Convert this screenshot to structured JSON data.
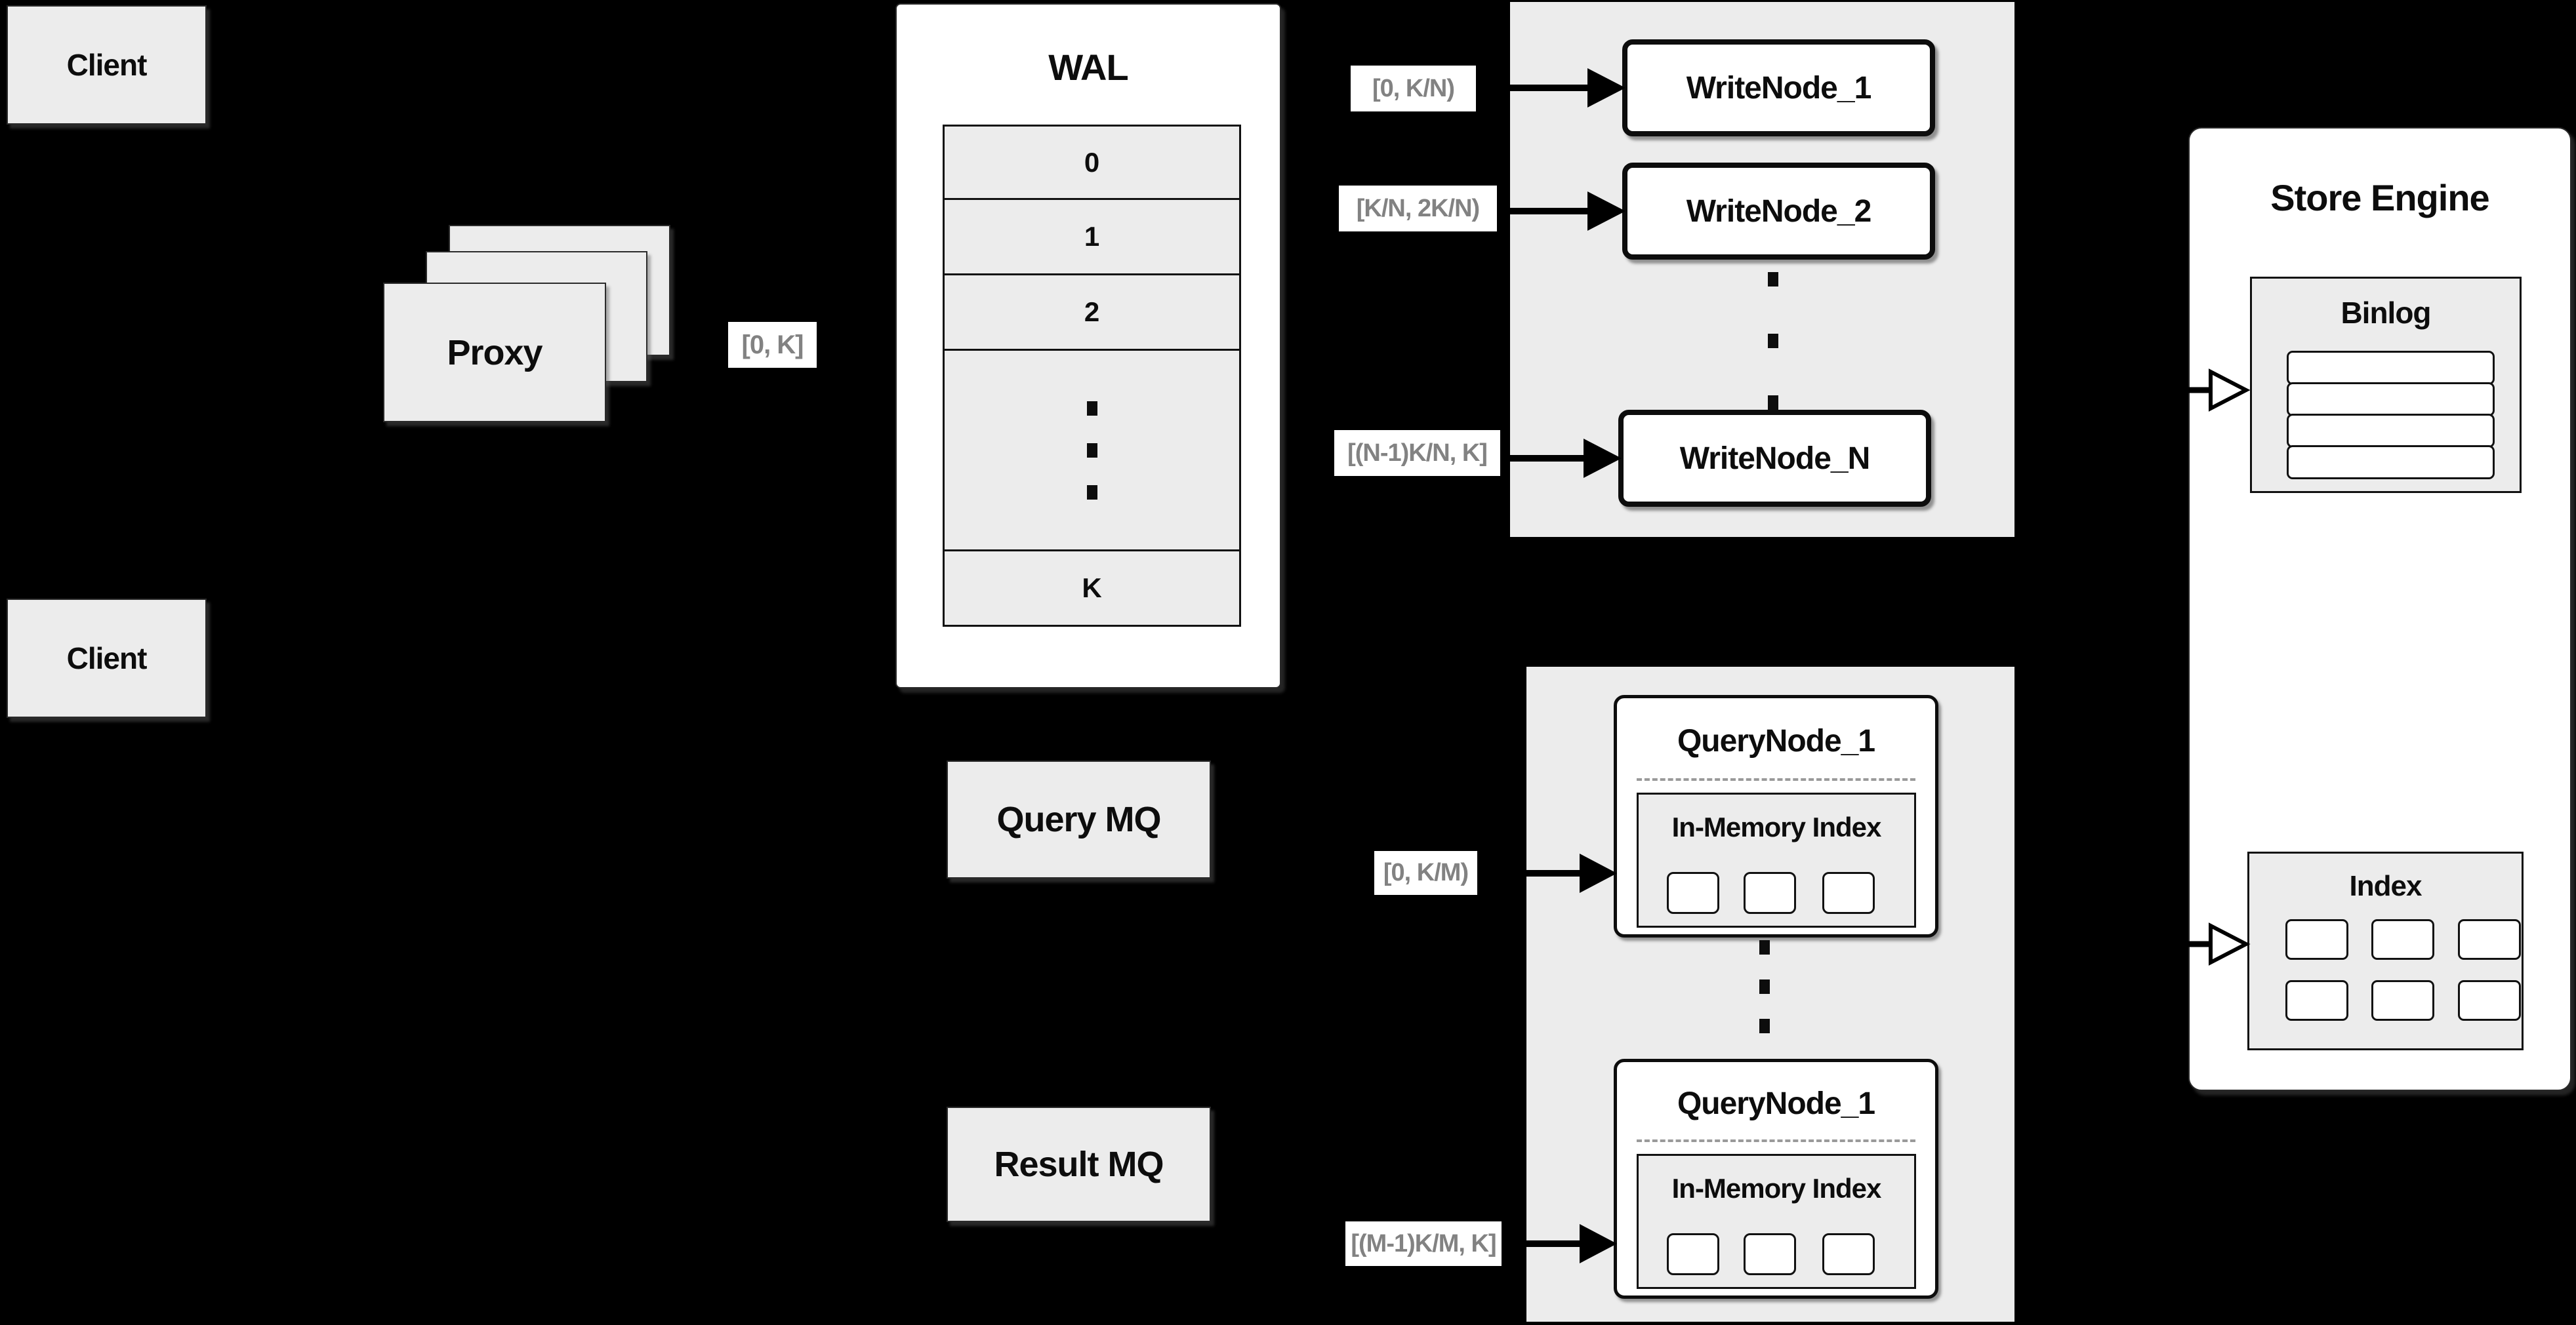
{
  "colors": {
    "background": "#000000",
    "panel_fill": "#ececec",
    "box_fill": "#ffffff",
    "stroke": "#0d0d0d",
    "chip_text": "#828282",
    "dash_divider": "#9a9a9a"
  },
  "clients": {
    "top_label": "Client",
    "bottom_label": "Client"
  },
  "proxy": {
    "label": "Proxy",
    "range_out": "[0, K]"
  },
  "wal": {
    "title": "WAL",
    "segments": [
      "0",
      "1",
      "2",
      "K"
    ],
    "ellipsis": "⋮"
  },
  "write_cluster": {
    "ranges": {
      "n1": "[0,  K/N)",
      "n2": "[K/N, 2K/N)",
      "nN": "[(N-1)K/N,  K]"
    },
    "nodes": {
      "n1": "WriteNode_1",
      "n2": "WriteNode_2",
      "nN": "WriteNode_N"
    },
    "ellipsis": "⋮"
  },
  "mq": {
    "query": "Query MQ",
    "result": "Result MQ"
  },
  "query_cluster": {
    "ranges": {
      "first": "[0, K/M)",
      "last": "[(M-1)K/M, K]"
    },
    "nodes": {
      "first": {
        "title": "QueryNode_1",
        "subtitle": "In-Memory Index"
      },
      "last": {
        "title": "QueryNode_1",
        "subtitle": "In-Memory Index"
      }
    },
    "ellipsis": "⋮"
  },
  "store_engine": {
    "title": "Store Engine",
    "binlog_title": "Binlog",
    "index_title": "Index"
  }
}
